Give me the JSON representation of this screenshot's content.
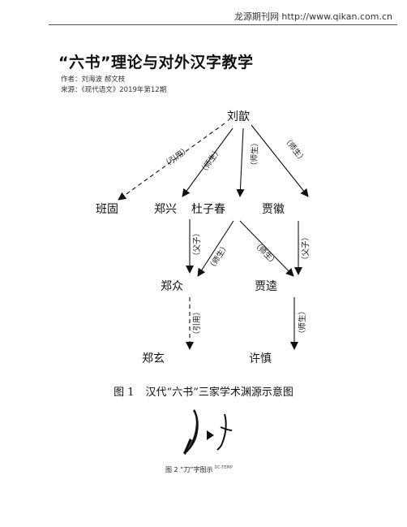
{
  "header": {
    "site": "龙源期刊网 http://www.qikan.com.cn"
  },
  "article": {
    "title": "“六书”理论与对外汉字教学",
    "author_line": "作者：刘海波 郝文枝",
    "source_line": "来源：《现代语文》2019年第12期"
  },
  "figure1": {
    "nodes": {
      "liuxin": "刘歆",
      "bangu": "班固",
      "zhengxing": "郑兴",
      "duzichun": "杜子春",
      "jiahui": "贾徽",
      "zhengzhong": "郑众",
      "jiakui": "贾逵",
      "zhengxuan": "郑玄",
      "xushen": "许慎"
    },
    "edge_labels": {
      "liuxin_bangu": "（引用）",
      "liuxin_zhengxing": "（师生）",
      "liuxin_duzichun": "（师生）",
      "liuxin_jiahui": "（师生）",
      "zhengxing_zhengzhong": "（父子）",
      "duzichun_zhengzhong": "（师生）",
      "duzichun_jiakui": "（师生）",
      "jiahui_jiakui": "（父子）",
      "zhengzhong_zhengxuan": "（引用）",
      "jiakui_xushen": "（师生）"
    },
    "caption_label": "图 1",
    "caption_text": "汉代“六书”三家学术渊源示意图"
  },
  "figure2": {
    "caption_label": "图 2",
    "caption_text": "“刀”字图示",
    "caption_tag": "DC-TEMP"
  }
}
